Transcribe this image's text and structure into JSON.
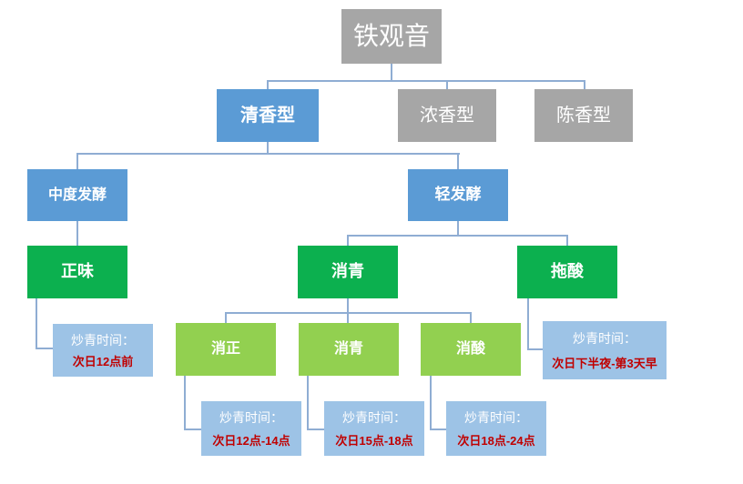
{
  "diagram": {
    "title": "铁观音",
    "colors": {
      "gray": "#a6a6a6",
      "blue": "#5b9bd5",
      "green": "#0cb04f",
      "light_green": "#92d050",
      "light_blue": "#9dc3e6",
      "connector": "#8fadd3",
      "info_label": "#ffffff",
      "info_value": "#c00000"
    },
    "nodes": {
      "root": "铁观音",
      "qingxiangxing": "清香型",
      "nongxiangxing": "浓香型",
      "chenxiangxing": "陈香型",
      "zhongdufajiao": "中度发酵",
      "qingfajiao": "轻发酵",
      "zhengwei": "正味",
      "xiaoqing": "消青",
      "tuosuan": "拖酸",
      "xiaozheng": "消正",
      "xiaoqing2": "消青",
      "xiaosuan": "消酸"
    },
    "info_boxes": {
      "zhengwei": {
        "label": "炒青时间：",
        "value": "次日12点前"
      },
      "tuosuan": {
        "label": "炒青时间：",
        "value": "次日下半夜-第3天早"
      },
      "xiaozheng": {
        "label": "炒青时间：",
        "value": "次日12点-14点"
      },
      "xiaoqing2": {
        "label": "炒青时间：",
        "value": "次日15点-18点"
      },
      "xiaosuan": {
        "label": "炒青时间：",
        "value": "次日18点-24点"
      }
    }
  }
}
